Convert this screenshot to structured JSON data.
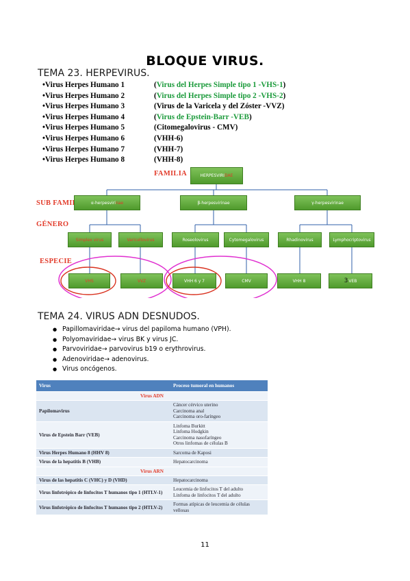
{
  "title": "BLOQUE VIRUS.",
  "section_23": {
    "heading": "TEMA 23. HERPEVIRUS.",
    "rows": [
      {
        "left": "•Virus Herpes Humano 1",
        "right_pre": "(",
        "right_green": "Virus del Herpes Simple tipo 1 -VHS-1",
        "right_post": ")"
      },
      {
        "left": "•Virus Herpes Humano 2",
        "right_pre": "(",
        "right_green": "Virus del Herpes Simple tipo 2 -VHS-2",
        "right_post": ")"
      },
      {
        "left": "•Virus Herpes Humano 3",
        "right_pre": "(Virus de la Varicela y del Zóster -VVZ)",
        "right_green": "",
        "right_post": ""
      },
      {
        "left": "•Virus Herpes Humano 4",
        "right_pre": "(",
        "right_green": "Virus de Epstein-Barr -VEB",
        "right_post": ")"
      },
      {
        "left": "•Virus Herpes Humano 5",
        "right_pre": "(Citomegalovirus - CMV)",
        "right_green": "",
        "right_post": ""
      },
      {
        "left": "•Virus Herpes Humano 6",
        "right_pre": "(VHH-6)",
        "right_green": "",
        "right_post": ""
      },
      {
        "left": "•Virus Herpes Humano 7",
        "right_pre": "(VHH-7)",
        "right_green": "",
        "right_post": ""
      },
      {
        "left": "•Virus Herpes Humano 8",
        "right_pre": "(VHH-8)",
        "right_green": "",
        "right_post": ""
      }
    ]
  },
  "diagram": {
    "labels": {
      "familia": "FAMILIA",
      "subfamilia": "SUB FAMILIA",
      "genero": "GÉNERO",
      "especie": "ESPECIE"
    },
    "familia_box": {
      "white": "HERPESVIRI",
      "red": "DAE"
    },
    "subfamilias": [
      {
        "white": "α-herpesviri",
        "red": "nae"
      },
      {
        "white": "β-herpesvirinae",
        "red": ""
      },
      {
        "white": "γ-herpesvirinae",
        "red": ""
      }
    ],
    "generos": [
      "Simplex virus",
      "Varicellovirus",
      "Roseolovirus",
      "Cytomegalovirus",
      "Rhadinovirus",
      "Lymphocriptovirus"
    ],
    "especies": [
      "VHS",
      "VVZ",
      "VHH 6 y 7",
      "CMV",
      "VHH 8",
      "VEB"
    ],
    "especie_prefix": "3",
    "colors": {
      "box_green": "#5aa536",
      "label_red": "#e23b2a",
      "circle_red": "#d9321f",
      "ellipse_magenta": "#e030d0",
      "line_blue": "#2f5fa8"
    }
  },
  "section_24": {
    "heading": "TEMA 24. VIRUS ADN DESNUDOS.",
    "bullets": [
      "Papillomaviridae→ virus del papiloma humano (VPH).",
      "Polyomaviridae→ virus BK y virus JC.",
      "Parvoviridae→ parvovirus b19 o erythrovirus.",
      "Adenoviridae→ adenovirus.",
      "Virus oncógenos."
    ]
  },
  "table": {
    "headers": [
      "Virus",
      "Proceso tumoral en humanos"
    ],
    "group_adn": "Virus ADN",
    "group_arn": "Virus ARN",
    "adn_rows": [
      {
        "virus": "Papilomavirus",
        "process": [
          "Cáncer cérvico uterino",
          "Carcinoma anal",
          "Carcinoma oro-faríngeo"
        ]
      },
      {
        "virus": "Virus de Epstein Barr (VEB)",
        "process": [
          "Linfoma Burkitt",
          "Linfoma Hodgkin",
          "Carcinoma nasofaríngeo",
          "Otros linfomas de células B"
        ]
      },
      {
        "virus": "Virus Herpes Humano 8 (HHV 8)",
        "process": [
          "Sarcoma de Kaposi"
        ]
      },
      {
        "virus": "Virus de la hepatitis B (VHB)",
        "process": [
          "Hepatocarcinoma"
        ]
      }
    ],
    "arn_rows": [
      {
        "virus": "Virus de las hepatitis C (VHC) y D (VHD)",
        "process": [
          "Hepatocarcinoma"
        ]
      },
      {
        "virus": "Virus linfotrópico de linfocitos T humanos tipo 1 (HTLV-1)",
        "process": [
          "Leucemia de linfocitos T del adulto",
          "Linfoma de linfocitos T del adulto"
        ]
      },
      {
        "virus": "Virus linfotrópico de linfocitos T humanos tipo 2 (HTLV-2)",
        "process": [
          "Formas atípicas de leucemia de células vellosas"
        ]
      }
    ]
  },
  "page_number": "11"
}
